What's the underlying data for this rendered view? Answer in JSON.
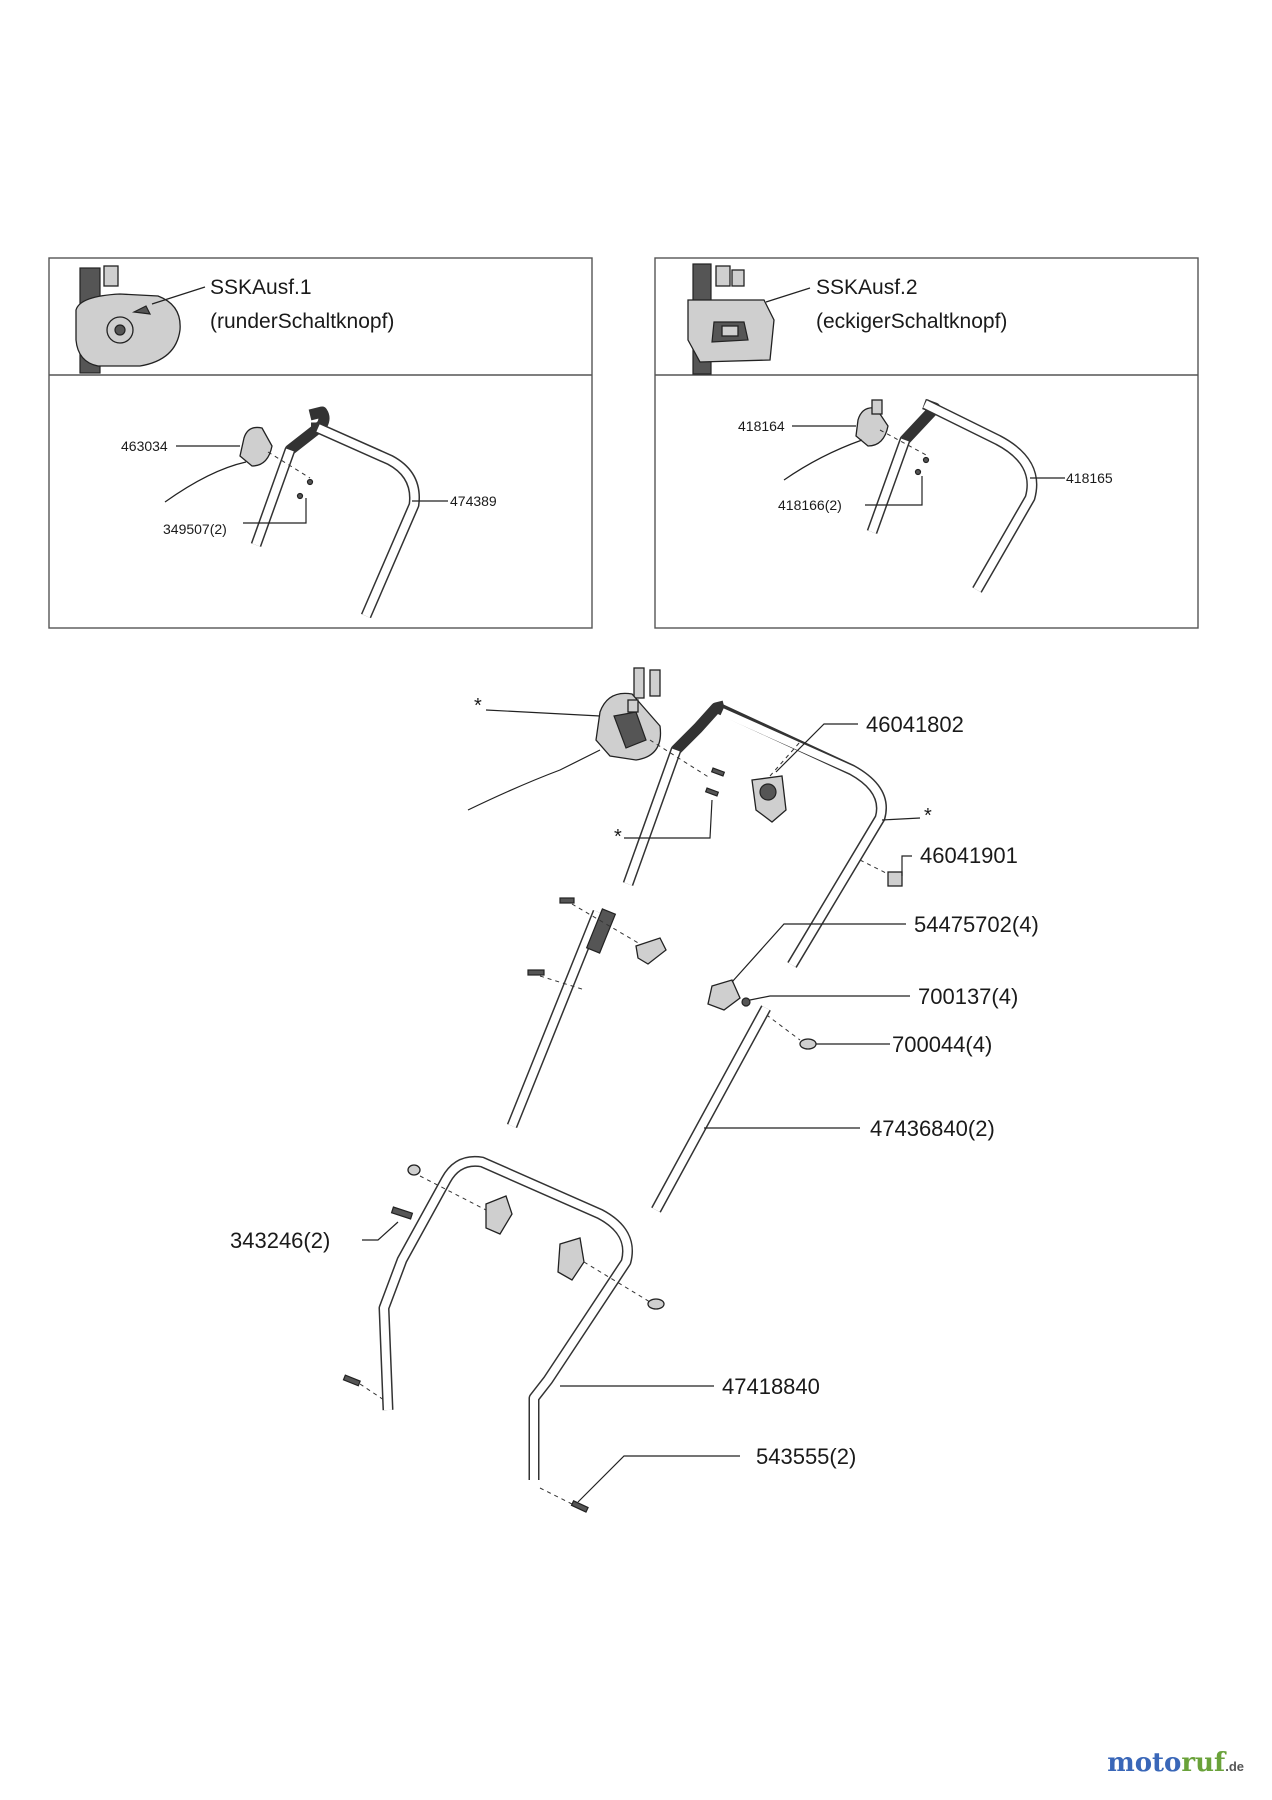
{
  "variant_1": {
    "title": "SSKAusf.1",
    "subtitle": "(runderSchaltknopf)",
    "parts": [
      "463034",
      "349507(2)",
      "474389"
    ]
  },
  "variant_2": {
    "title": "SSKAusf.2",
    "subtitle": "(eckigerSchaltknopf)",
    "parts": [
      "418164",
      "418166(2)",
      "418165"
    ]
  },
  "main": {
    "parts": [
      "46041802",
      "46041901",
      "54475702(4)",
      "700137(4)",
      "700044(4)",
      "47436840(2)",
      "343246(2)",
      "47418840",
      "543555(2)"
    ],
    "asterisk": "*"
  },
  "watermark": {
    "brand_a": "moto",
    "brand_b": "ruf",
    "tld": ".de"
  },
  "colors": {
    "brand_blue": "#3a67b8",
    "brand_green": "#6aa23a"
  }
}
